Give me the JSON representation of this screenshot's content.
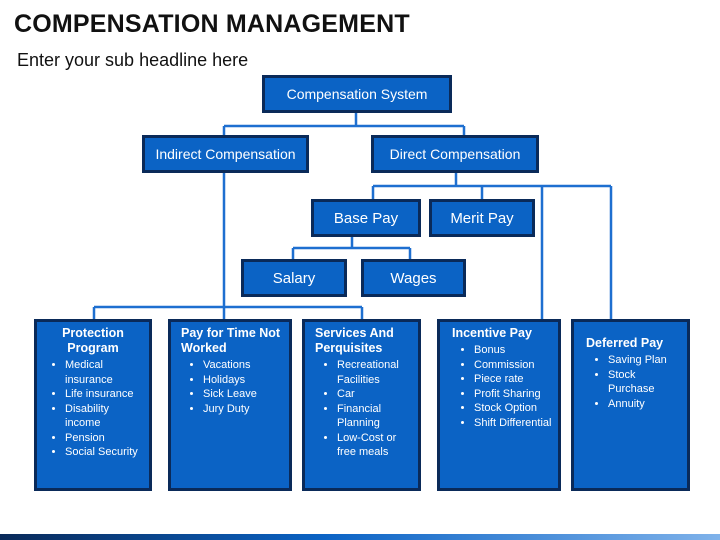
{
  "header": {
    "title": "COMPENSATION MANAGEMENT",
    "subtitle": "Enter your sub headline here"
  },
  "nodes": {
    "root": "Compensation System",
    "indirect": "Indirect Compensation",
    "direct": "Direct Compensation",
    "base_pay": "Base Pay",
    "merit_pay": "Merit Pay",
    "salary": "Salary",
    "wages": "Wages"
  },
  "cards": [
    {
      "title": "Protection Program",
      "items": [
        "Medical insurance",
        "Life insurance",
        "Disability income",
        "Pension",
        "Social Security"
      ]
    },
    {
      "title": "Pay for Time Not Worked",
      "items": [
        "Vacations",
        "Holidays",
        "Sick Leave",
        "Jury Duty"
      ]
    },
    {
      "title": "Services  And Perquisites",
      "items": [
        "Recreational Facilities",
        "Car",
        "Financial Planning",
        "Low-Cost or free meals"
      ]
    },
    {
      "title": "Incentive Pay",
      "items": [
        "Bonus",
        "Commission",
        "Piece rate",
        "Profit Sharing",
        "Stock Option",
        " Shift Differential"
      ]
    },
    {
      "title": "Deferred Pay",
      "items": [
        "Saving Plan",
        "Stock Purchase",
        "Annuity"
      ]
    }
  ],
  "colors": {
    "box_fill": "#0b63c5",
    "box_border": "#0a2a59",
    "connector": "#1e6fd0"
  }
}
